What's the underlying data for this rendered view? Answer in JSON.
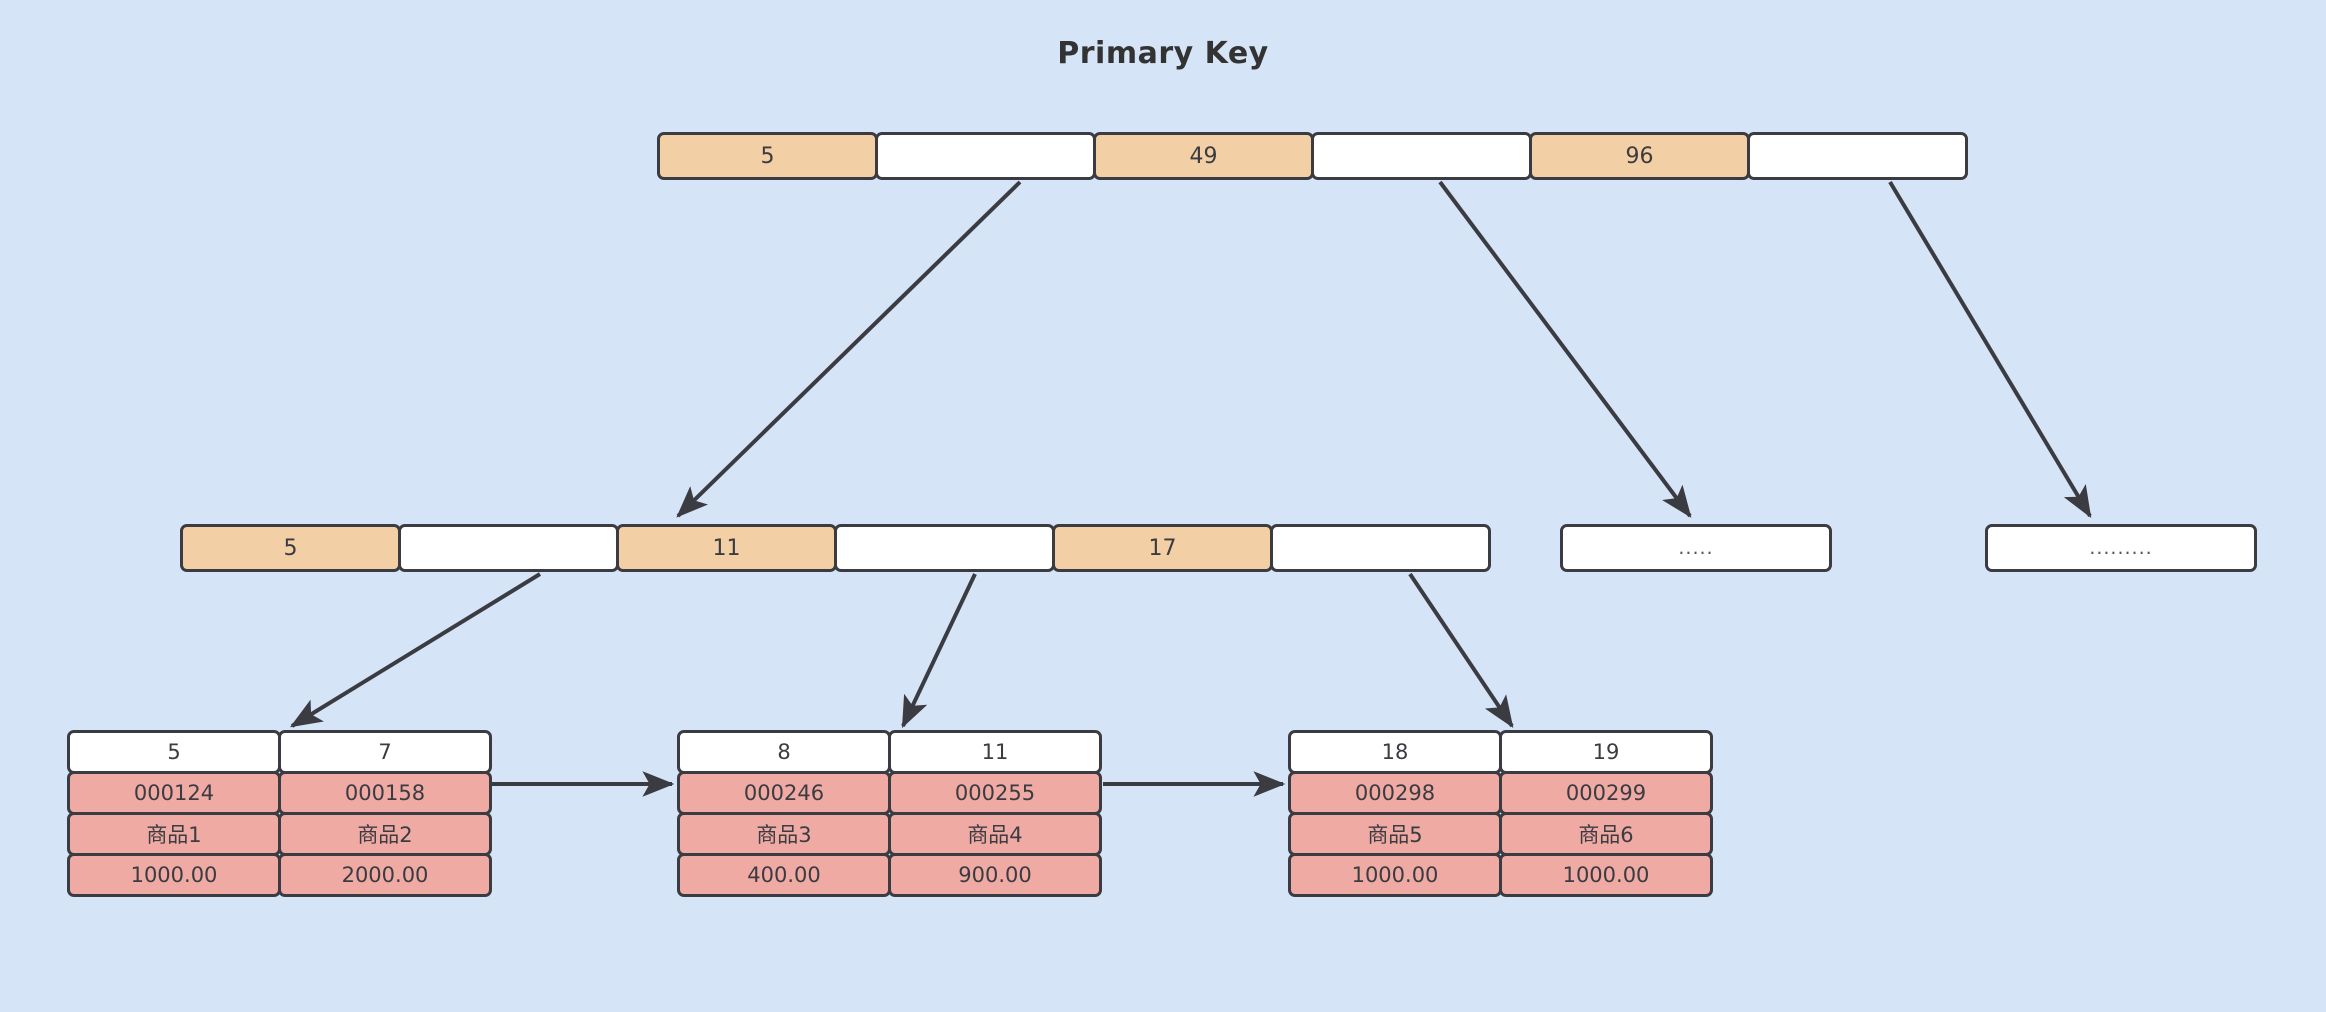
{
  "diagram": {
    "title": "Primary Key",
    "background_color": "#d6e4f7",
    "key_cell_color": "#f2cfa4",
    "pointer_cell_color": "#ffffff",
    "leaf_data_color": "#eeaaa3",
    "border_color": "#3b3b42"
  },
  "root_node": {
    "name": "root-index-node",
    "cells": [
      {
        "type": "key",
        "label": "5"
      },
      {
        "type": "pointer",
        "label": ""
      },
      {
        "type": "key",
        "label": "49"
      },
      {
        "type": "pointer",
        "label": ""
      },
      {
        "type": "key",
        "label": "96"
      },
      {
        "type": "pointer",
        "label": ""
      }
    ]
  },
  "internal_node": {
    "name": "internal-index-node",
    "cells": [
      {
        "type": "key",
        "label": "5"
      },
      {
        "type": "pointer",
        "label": ""
      },
      {
        "type": "key",
        "label": "11"
      },
      {
        "type": "pointer",
        "label": ""
      },
      {
        "type": "key",
        "label": "17"
      },
      {
        "type": "pointer",
        "label": ""
      }
    ]
  },
  "ellipsis_nodes": [
    {
      "name": "ellipsis-node-middle",
      "label": "....."
    },
    {
      "name": "ellipsis-node-right",
      "label": "........."
    }
  ],
  "leaf_nodes": [
    {
      "name": "leaf-node-1",
      "keys": [
        "5",
        "7"
      ],
      "rows": [
        [
          "000124",
          "000158"
        ],
        [
          "商品1",
          "商品2"
        ],
        [
          "1000.00",
          "2000.00"
        ]
      ]
    },
    {
      "name": "leaf-node-2",
      "keys": [
        "8",
        "11"
      ],
      "rows": [
        [
          "000246",
          "000255"
        ],
        [
          "商品3",
          "商品4"
        ],
        [
          "400.00",
          "900.00"
        ]
      ]
    },
    {
      "name": "leaf-node-3",
      "keys": [
        "18",
        "19"
      ],
      "rows": [
        [
          "000298",
          "000299"
        ],
        [
          "商品5",
          "商品6"
        ],
        [
          "1000.00",
          "1000.00"
        ]
      ]
    }
  ],
  "chart_data": {
    "type": "diagram",
    "title": "Primary Key",
    "structure": "b-plus-tree",
    "levels": [
      {
        "level": 0,
        "name": "root",
        "keys": [
          "5",
          "49",
          "96"
        ],
        "pointers": 3
      },
      {
        "level": 1,
        "name": "internal",
        "keys": [
          "5",
          "11",
          "17"
        ],
        "pointers": 3,
        "placeholders": [
          ".....",
          "........."
        ]
      },
      {
        "level": 2,
        "name": "leaves",
        "entries": [
          {
            "key": "5",
            "id": "000124",
            "product": "商品1",
            "price": "1000.00"
          },
          {
            "key": "7",
            "id": "000158",
            "product": "商品2",
            "price": "2000.00"
          },
          {
            "key": "8",
            "id": "000246",
            "product": "商品3",
            "price": "400.00"
          },
          {
            "key": "11",
            "id": "000255",
            "product": "商品4",
            "price": "900.00"
          },
          {
            "key": "18",
            "id": "000298",
            "product": "商品5",
            "price": "1000.00"
          },
          {
            "key": "19",
            "id": "000299",
            "product": "商品6",
            "price": "1000.00"
          }
        ]
      }
    ]
  }
}
